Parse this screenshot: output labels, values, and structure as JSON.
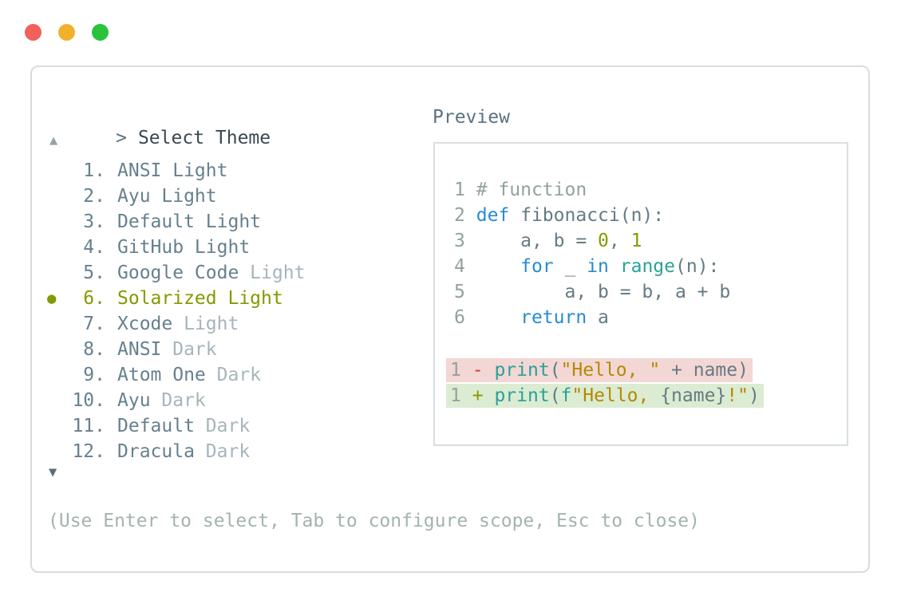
{
  "window": {
    "controls": [
      {
        "name": "close",
        "color": "#f2605a"
      },
      {
        "name": "minimize",
        "color": "#f2b12c"
      },
      {
        "name": "zoom",
        "color": "#2bc23c"
      }
    ]
  },
  "prompt": {
    "chevron": ">",
    "title": "Select Theme"
  },
  "list": {
    "scroll_up": "▲",
    "scroll_down": "▼",
    "selected_bullet": "●",
    "items": [
      {
        "num": "1.",
        "name": "ANSI Light",
        "dim": "",
        "selected": false
      },
      {
        "num": "2.",
        "name": "Ayu Light",
        "dim": "",
        "selected": false
      },
      {
        "num": "3.",
        "name": "Default Light",
        "dim": "",
        "selected": false
      },
      {
        "num": "4.",
        "name": "GitHub Light",
        "dim": "",
        "selected": false
      },
      {
        "num": "5.",
        "name": "Google Code",
        "dim": " Light",
        "selected": false
      },
      {
        "num": "6.",
        "name": "Solarized Light",
        "dim": "",
        "selected": true
      },
      {
        "num": "7.",
        "name": "Xcode",
        "dim": " Light",
        "selected": false
      },
      {
        "num": "8.",
        "name": "ANSI",
        "dim": " Dark",
        "selected": false
      },
      {
        "num": "9.",
        "name": "Atom One",
        "dim": " Dark",
        "selected": false
      },
      {
        "num": "10.",
        "name": "Ayu",
        "dim": " Dark",
        "selected": false
      },
      {
        "num": "11.",
        "name": "Default",
        "dim": " Dark",
        "selected": false
      },
      {
        "num": "12.",
        "name": "Dracula",
        "dim": " Dark",
        "selected": false
      }
    ]
  },
  "preview": {
    "label": "Preview",
    "code_lines": [
      {
        "tokens": [
          {
            "t": "1",
            "c": "num"
          },
          {
            "t": " ",
            "c": "base"
          },
          {
            "t": "# function",
            "c": "comment"
          }
        ]
      },
      {
        "tokens": [
          {
            "t": "2",
            "c": "num"
          },
          {
            "t": " ",
            "c": "base"
          },
          {
            "t": "def",
            "c": "blue"
          },
          {
            "t": " fibonacci(n):",
            "c": "base"
          }
        ]
      },
      {
        "tokens": [
          {
            "t": "3",
            "c": "num"
          },
          {
            "t": "     a, b = ",
            "c": "base"
          },
          {
            "t": "0",
            "c": "green"
          },
          {
            "t": ", ",
            "c": "base"
          },
          {
            "t": "1",
            "c": "green"
          }
        ]
      },
      {
        "tokens": [
          {
            "t": "4",
            "c": "num"
          },
          {
            "t": "     ",
            "c": "base"
          },
          {
            "t": "for",
            "c": "blue"
          },
          {
            "t": " _ ",
            "c": "base"
          },
          {
            "t": "in",
            "c": "blue"
          },
          {
            "t": " ",
            "c": "base"
          },
          {
            "t": "range",
            "c": "cyan"
          },
          {
            "t": "(n):",
            "c": "base"
          }
        ]
      },
      {
        "tokens": [
          {
            "t": "5",
            "c": "num"
          },
          {
            "t": "         a, b = b, a + b",
            "c": "base"
          }
        ]
      },
      {
        "tokens": [
          {
            "t": "6",
            "c": "num"
          },
          {
            "t": "     ",
            "c": "base"
          },
          {
            "t": "return",
            "c": "blue"
          },
          {
            "t": " a",
            "c": "base"
          }
        ]
      }
    ],
    "diff_lines": [
      {
        "type": "removed",
        "tokens": [
          {
            "t": "1",
            "c": "num"
          },
          {
            "t": " ",
            "c": "base"
          },
          {
            "t": "-",
            "c": "red"
          },
          {
            "t": " ",
            "c": "base"
          },
          {
            "t": "print",
            "c": "cyan"
          },
          {
            "t": "(",
            "c": "base"
          },
          {
            "t": "\"Hello, \"",
            "c": "yellow"
          },
          {
            "t": " + name)",
            "c": "base"
          }
        ]
      },
      {
        "type": "added",
        "tokens": [
          {
            "t": "1",
            "c": "num"
          },
          {
            "t": " ",
            "c": "base"
          },
          {
            "t": "+",
            "c": "green"
          },
          {
            "t": " ",
            "c": "base"
          },
          {
            "t": "print",
            "c": "cyan"
          },
          {
            "t": "(",
            "c": "base"
          },
          {
            "t": "f",
            "c": "cyan"
          },
          {
            "t": "\"Hello, ",
            "c": "yellow"
          },
          {
            "t": "{name}",
            "c": "base"
          },
          {
            "t": "!\"",
            "c": "yellow"
          },
          {
            "t": ")",
            "c": "base"
          }
        ]
      }
    ]
  },
  "hint": "(Use Enter to select, Tab to configure scope, Esc to close)",
  "colors": {
    "selected_item": "#859900",
    "keyword": "#268bd2",
    "function": "#2aa198",
    "string": "#b58900",
    "number": "#859900",
    "comment": "#93a1a1",
    "code_base": "#657b83",
    "removed_sign": "#dc322f",
    "added_sign": "#859900",
    "removed_bg": "#f3d7d4",
    "added_bg": "#dcecd3",
    "panel_border": "#d7dcdc",
    "list_text": "#66808d",
    "list_dim_text": "#a6b5ba"
  }
}
